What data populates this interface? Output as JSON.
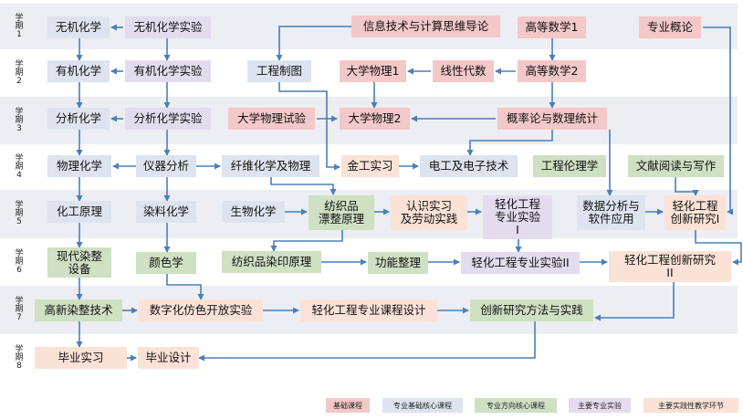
{
  "terms": [
    {
      "chars": [
        "学",
        "期",
        "1"
      ]
    },
    {
      "chars": [
        "学",
        "期",
        "2"
      ]
    },
    {
      "chars": [
        "学",
        "期",
        "3"
      ]
    },
    {
      "chars": [
        "学",
        "期",
        "4"
      ]
    },
    {
      "chars": [
        "学",
        "期",
        "5"
      ]
    },
    {
      "chars": [
        "学",
        "期",
        "6"
      ]
    },
    {
      "chars": [
        "学",
        "期",
        "7"
      ]
    },
    {
      "chars": [
        "学",
        "期",
        "8"
      ]
    }
  ],
  "courses": {
    "inorganic_chem": "无机化学",
    "inorganic_chem_lab": "无机化学实验",
    "info_tech": "信息技术与计算思维导论",
    "adv_math_1": "高等数学1",
    "major_intro": "专业概论",
    "organic_chem": "有机化学",
    "organic_chem_lab": "有机化学实验",
    "eng_drawing": "工程制图",
    "physics_1": "大学物理1",
    "linear_algebra": "线性代数",
    "adv_math_2": "高等数学2",
    "analytical_chem": "分析化学",
    "analytical_chem_lab": "分析化学实验",
    "physics_lab": "大学物理试验",
    "physics_2": "大学物理2",
    "probability": "概率论与数理统计",
    "physical_chem": "物理化学",
    "instrument_analysis": "仪器分析",
    "fiber_chem": "纤维化学及物理",
    "metalwork": "金工实习",
    "electrotech": "电工及电子技术",
    "eng_ethics": "工程伦理学",
    "reading_writing": "文献阅读与写作",
    "chem_eng_principles": "化工原理",
    "dye_chem": "染料化学",
    "biochem": "生物化学",
    "textile_finishing": "纺织品\n漂整原理",
    "cognition_practice": "认识实习\n及劳动实践",
    "light_lab_1": "轻化工程\n专业实验\nI",
    "data_analysis": "数据分析与\n软件应用",
    "innovation_1": "轻化工程\n创新研究I",
    "modern_equipment": "现代染整\n设备",
    "color_science": "颜色学",
    "printing_principles": "纺织品染印原理",
    "functional_finishing": "功能整理",
    "light_lab_2": "轻化工程专业实验II",
    "innovation_2": "轻化工程创新研究\nII",
    "high_tech_finishing": "高新染整技术",
    "digital_imitation_lab": "数字化仿色开放实验",
    "course_design": "轻化工程专业课程设计",
    "innovation_methods": "创新研究方法与实践",
    "graduation_internship": "毕业实习",
    "graduation_design": "毕业设计"
  },
  "legend": [
    {
      "label": "基础课程",
      "color": "#f3c8c8"
    },
    {
      "label": "专业基础核心课程",
      "color": "#dde4ef"
    },
    {
      "label": "专业方向核心课程",
      "color": "#cfe0c3"
    },
    {
      "label": "主要专业实验",
      "color": "#e3dcef"
    },
    {
      "label": "主要实践性教学环节",
      "color": "#fbe2d6"
    }
  ],
  "colors": {
    "arrow": "#4a7ebb",
    "band_shade": "#eceef3"
  }
}
